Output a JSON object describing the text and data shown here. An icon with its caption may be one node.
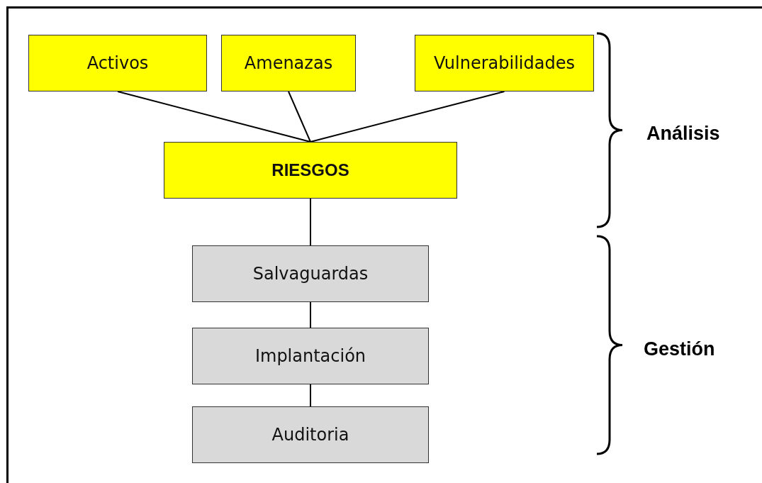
{
  "diagram": {
    "nodes": [
      {
        "text": [
          "Activos"
        ]
      },
      {
        "text": [
          "Amenazas"
        ]
      },
      {
        "text": [
          "Vulnerabilidades"
        ]
      },
      {
        "text": [
          "RIESGOS"
        ]
      },
      {
        "text": [
          "Salvaguardas"
        ]
      },
      {
        "text": [
          "Implantación"
        ]
      },
      {
        "text": [
          "Auditoria"
        ]
      }
    ],
    "edges": [
      {
        "from": 0,
        "to": 3,
        "arrow": "none"
      },
      {
        "from": 1,
        "to": 3,
        "arrow": "none"
      },
      {
        "from": 2,
        "to": 3,
        "arrow": "none"
      },
      {
        "from": 3,
        "to": 4,
        "arrow": "none"
      },
      {
        "from": 4,
        "to": 5,
        "arrow": "none"
      },
      {
        "from": 5,
        "to": 6,
        "arrow": "none"
      }
    ],
    "labels": [
      "Análisis",
      "Gestión"
    ]
  }
}
